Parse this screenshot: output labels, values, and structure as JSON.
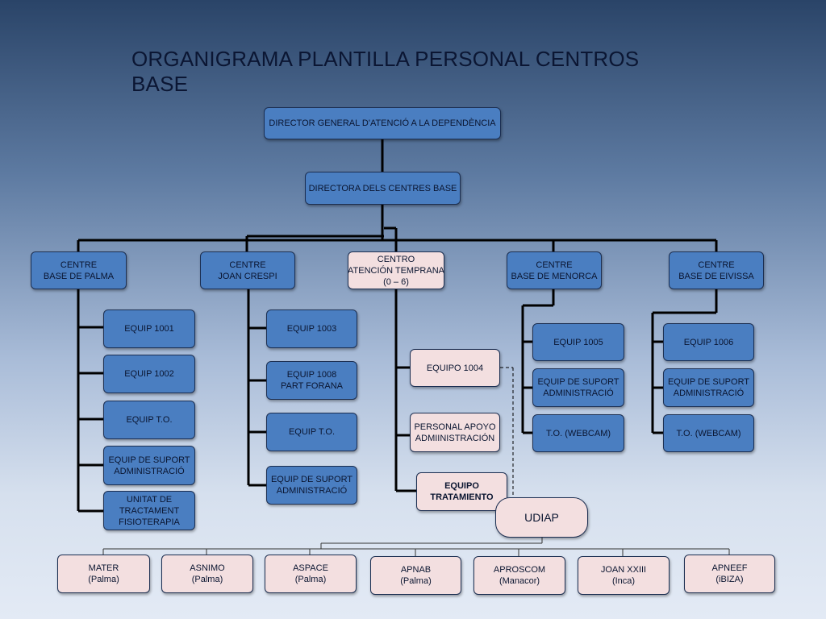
{
  "title": "ORGANIGRAMA PLANTILLA PERSONAL CENTROS BASE",
  "colors": {
    "blue_box": "#4a7ec1",
    "pink_box": "#f3dfe0",
    "line": "#000000"
  },
  "director_general": "DIRECTOR GENERAL D'ATENCIÓ A LA DEPENDÈNCIA",
  "directora": "DIRECTORA DELS CENTRES BASE",
  "centres": {
    "palma": {
      "l1": "CENTRE",
      "l2": "BASE DE PALMA",
      "teams": [
        {
          "l1": "EQUIP 1001"
        },
        {
          "l1": "EQUIP 1002"
        },
        {
          "l1": "EQUIP T.O."
        },
        {
          "l1": "EQUIP DE SUPORT",
          "l2": "ADMINISTRACIÓ"
        },
        {
          "l1": "UNITAT DE",
          "l2": "TRACTAMENT",
          "l3": "FISIOTERAPIA"
        }
      ]
    },
    "joan_crespi": {
      "l1": "CENTRE",
      "l2": "JOAN CRESPI",
      "teams": [
        {
          "l1": "EQUIP 1003"
        },
        {
          "l1": "EQUIP 1008",
          "l2": "PART FORANA"
        },
        {
          "l1": "EQUIP T.O."
        },
        {
          "l1": "EQUIP DE SUPORT",
          "l2": "ADMINISTRACIÓ"
        }
      ]
    },
    "atencion_temprana": {
      "l1": "CENTRO",
      "l2": "ATENCIÓN TEMPRANA",
      "l3": "(0 – 6)",
      "teams": [
        {
          "l1": "EQUIPO 1004"
        },
        {
          "l1": "PERSONAL APOYO",
          "l2": "ADMIINISTRACIÓN"
        },
        {
          "l1": "EQUIPO",
          "l2": "TRATAMIENTO"
        }
      ]
    },
    "menorca": {
      "l1": "CENTRE",
      "l2": "BASE DE MENORCA",
      "teams": [
        {
          "l1": "EQUIP 1005"
        },
        {
          "l1": "EQUIP DE SUPORT",
          "l2": "ADMINISTRACIÓ"
        },
        {
          "l1": "T.O. (WEBCAM)"
        }
      ]
    },
    "eivissa": {
      "l1": "CENTRE",
      "l2": "BASE DE EIVISSA",
      "teams": [
        {
          "l1": "EQUIP 1006"
        },
        {
          "l1": "EQUIP DE SUPORT",
          "l2": "ADMINISTRACIÓ"
        },
        {
          "l1": "T.O. (WEBCAM)"
        }
      ]
    }
  },
  "udiap": "UDIAP",
  "associations": [
    {
      "l1": "MATER",
      "l2": "(Palma)"
    },
    {
      "l1": "ASNIMO",
      "l2": "(Palma)"
    },
    {
      "l1": "ASPACE",
      "l2": "(Palma)"
    },
    {
      "l1": "APNAB",
      "l2": "(Palma)"
    },
    {
      "l1": "APROSCOM",
      "l2": "(Manacor)"
    },
    {
      "l1": "JOAN XXIII",
      "l2": "(Inca)"
    },
    {
      "l1": "APNEEF",
      "l2": "(iBIZA)"
    }
  ]
}
